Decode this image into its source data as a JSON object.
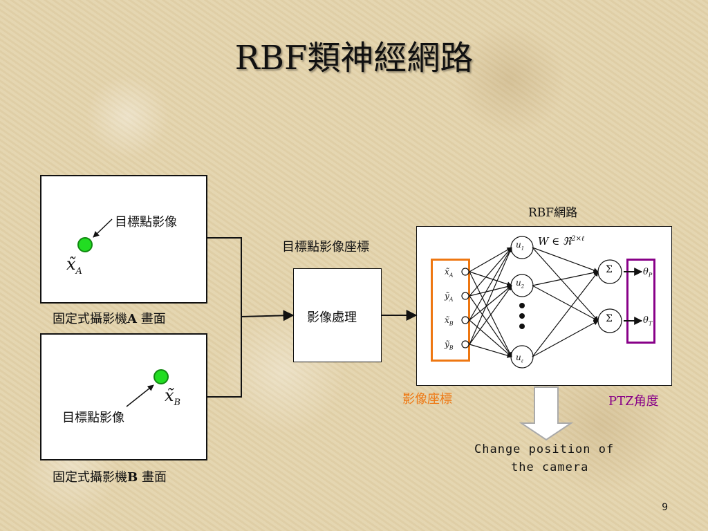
{
  "slide": {
    "title": "RBF類神經網路",
    "page_number": "9"
  },
  "camera_a": {
    "target_label": "目標點影像",
    "symbol": "x̃",
    "subscript": "A",
    "caption_pre": "固定式攝影機",
    "caption_letter": "A",
    "caption_post": " 畫面"
  },
  "camera_b": {
    "target_label": "目標點影像",
    "symbol": "x̃",
    "subscript": "B",
    "caption_pre": "固定式攝影機",
    "caption_letter": "B",
    "caption_post": " 畫面"
  },
  "processing": {
    "input_label": "目標點影像座標",
    "box_label": "影像處理"
  },
  "network": {
    "title": "RBF網路",
    "weight_formula": "W ∈ ℜ",
    "weight_sup": "2×ℓ",
    "inputs": [
      {
        "sym": "x̃",
        "sub": "A"
      },
      {
        "sym": "ỹ",
        "sub": "A"
      },
      {
        "sym": "x̃",
        "sub": "B"
      },
      {
        "sym": "ỹ",
        "sub": "B"
      }
    ],
    "hidden": [
      {
        "sym": "u",
        "sub": "1"
      },
      {
        "sym": "u",
        "sub": "2"
      },
      {
        "sym": "u",
        "sub": "ℓ"
      }
    ],
    "sum_symbol": "Σ",
    "outputs": [
      {
        "sym": "θ",
        "sub": "P"
      },
      {
        "sym": "θ",
        "sub": "T"
      }
    ],
    "input_group_label": "影像座標",
    "output_group_label": "PTZ角度"
  },
  "colors": {
    "input_group": "#ee7711",
    "output_group": "#880088",
    "target_dot": "#22dd22"
  },
  "result": {
    "line1": "Change position of",
    "line2": "the camera"
  }
}
